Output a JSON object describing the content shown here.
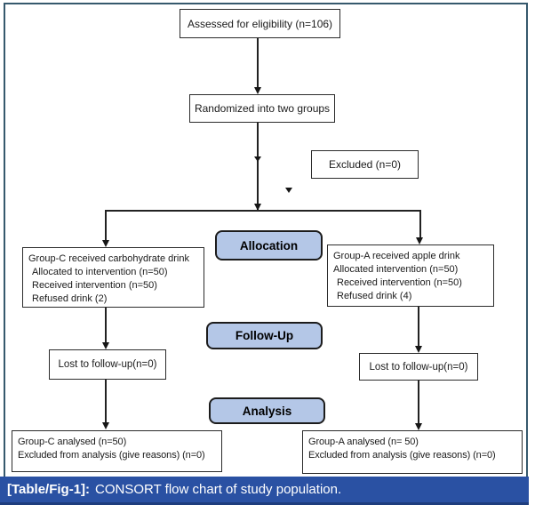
{
  "figure": {
    "boxes": {
      "assessed": "Assessed for eligibility (n=106)",
      "randomized": "Randomized into two groups",
      "excluded": "Excluded (n=0)",
      "lost_left": "Lost to follow-up(n=0)",
      "lost_right": "Lost to follow-up(n=0)"
    },
    "group_c": {
      "lines": [
        "Group-C received carbohydrate drink",
        "Allocated to intervention (n=50)",
        "Received intervention (n=50)",
        "Refused drink (2)"
      ]
    },
    "group_a": {
      "lines": [
        "Group-A received apple drink",
        "Allocated intervention (n=50)",
        "Received intervention (n=50)",
        "Refused drink (4)"
      ]
    },
    "analysed_c": {
      "lines": [
        "Group-C analysed (n=50)",
        "Excluded from analysis (give reasons) (n=0)"
      ]
    },
    "analysed_a": {
      "lines": [
        "Group-A analysed (n= 50)",
        "Excluded from analysis (give reasons) (n=0)"
      ]
    },
    "stages": {
      "allocation": "Allocation",
      "followup": "Follow-Up",
      "analysis": "Analysis"
    },
    "colors": {
      "stage_fill": "#b4c7e7",
      "connector_line": "#222222",
      "caption_bg": "#2a51a3",
      "frame_border": "#36596d"
    }
  },
  "caption": {
    "label": "[Table/Fig-1]:",
    "text": "CONSORT flow chart of study population."
  }
}
